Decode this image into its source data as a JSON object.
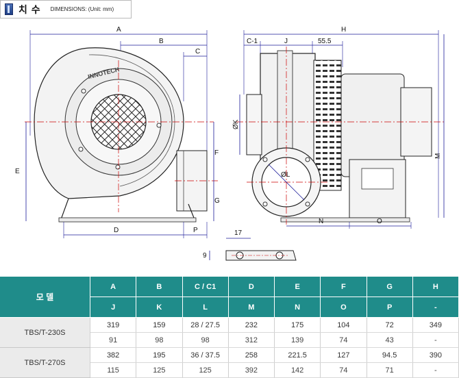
{
  "header": {
    "title": "치 수",
    "subtitle": "DIMENSIONS: (Unit: mm)"
  },
  "drawing": {
    "logo_text": "INNOTECH",
    "front_labels": {
      "A": "A",
      "B": "B",
      "C": "C",
      "D": "D",
      "E": "E",
      "F": "F",
      "G": "G",
      "P": "P"
    },
    "side_labels": {
      "H": "H",
      "C1": "C-1",
      "J": "J",
      "dim_55_5": "55.5",
      "K": "ØK",
      "L": "ØL",
      "M": "M",
      "N": "N",
      "O": "O"
    },
    "foot_labels": {
      "dim_17": "17",
      "dim_9": "9"
    }
  },
  "table": {
    "model_header": "모 델",
    "header_row1": [
      "A",
      "B",
      "C / C1",
      "D",
      "E",
      "F",
      "G",
      "H"
    ],
    "header_row2": [
      "J",
      "K",
      "L",
      "M",
      "N",
      "O",
      "P",
      "-"
    ],
    "rows": [
      {
        "model": "TBS/T-230S",
        "row1": [
          "319",
          "159",
          "28 / 27.5",
          "232",
          "175",
          "104",
          "72",
          "349"
        ],
        "row2": [
          "91",
          "98",
          "98",
          "312",
          "139",
          "74",
          "43",
          "-"
        ]
      },
      {
        "model": "TBS/T-270S",
        "row1": [
          "382",
          "195",
          "36 / 37.5",
          "258",
          "221.5",
          "127",
          "94.5",
          "390"
        ],
        "row2": [
          "115",
          "125",
          "125",
          "392",
          "142",
          "74",
          "71",
          "-"
        ]
      }
    ]
  },
  "colors": {
    "header_bg": "#1f8c8a",
    "model_bg": "#ebebeb",
    "dimension_line": "#1a1a99",
    "center_line": "#cc0000"
  }
}
